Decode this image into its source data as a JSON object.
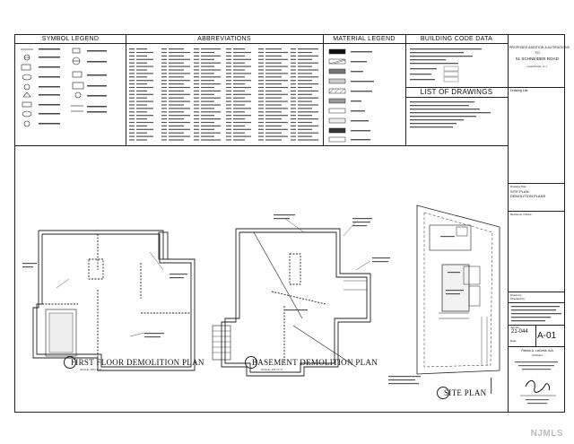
{
  "legend": {
    "symbol": "SYMBOL LEGEND",
    "abbreviations": "ABBREVIATIONS",
    "material": "MATERIAL LEGEND",
    "code": "BUILDING CODE DATA"
  },
  "list_of_drawings": "LIST OF DRAWINGS",
  "project": {
    "header": "PROPOSED ADDITION & ALTERATIONS",
    "to": "TO",
    "address": "51 SCHNEIDER ROAD",
    "town": "GLENDALE, N.J.",
    "drawing_list_label": "Drawing List:"
  },
  "sheet": {
    "drawing_title_label": "Drawing Title:",
    "title_line1": "SITE PLAN",
    "title_line2": "DEMOLITION PLANS",
    "revisions_label": "Revisions / Notes:",
    "drawn_by": "Drawn by:",
    "checked_by": "Checked by:",
    "job_no_label": "Job No.:",
    "job_no": "21-044",
    "date_label": "Date:",
    "sheet_no": "A-01",
    "architect": "Patrick A. LaCreta, AIA",
    "architect_sub": "Architect"
  },
  "plans": {
    "first": "FIRST FLOOR DEMOLITION PLAN",
    "basement": "BASEMENT DEMOLITION PLAN",
    "site": "SITE PLAN"
  },
  "watermark": "NJMLS"
}
